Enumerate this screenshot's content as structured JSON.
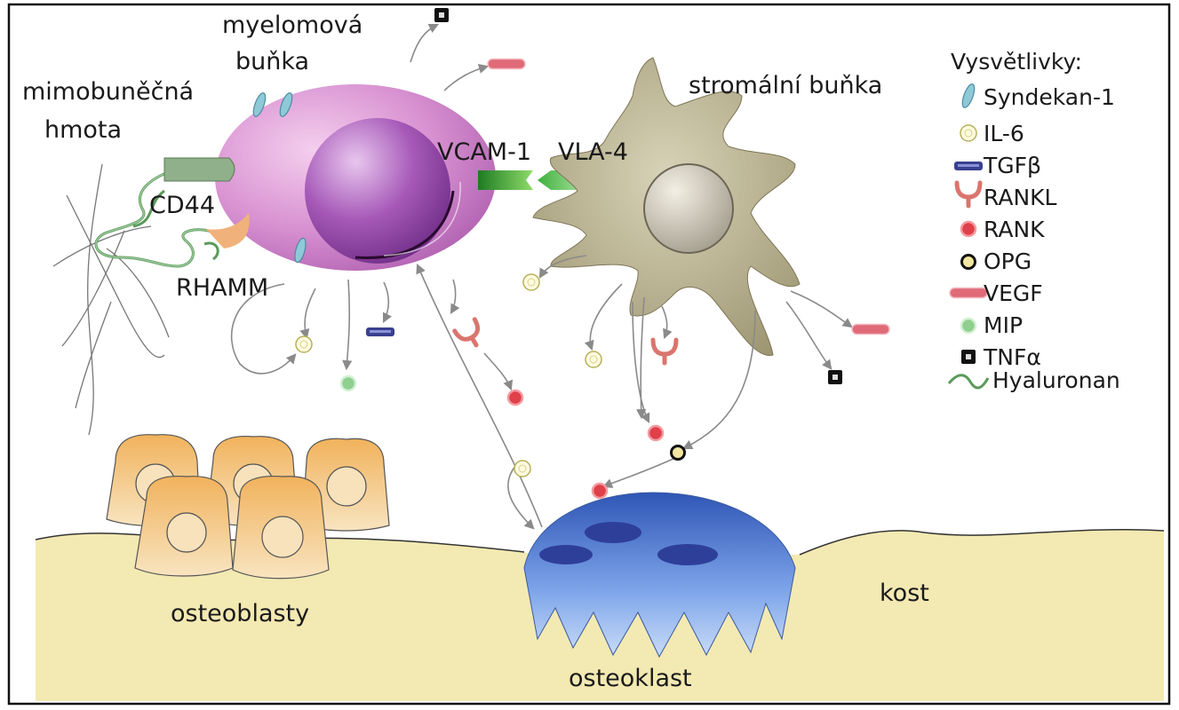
{
  "labels": {
    "myeloma_cell_line1": "myelomová",
    "myeloma_cell_line2": "buňka",
    "extracellular_line1": "mimobuněčná",
    "extracellular_line2": "hmota",
    "stromal_cell": "stromální buňka",
    "vcam": "VCAM-1",
    "vla": "VLA-4",
    "cd44": "CD44",
    "rhamm": "RHAMM",
    "osteoblasts": "osteoblasty",
    "osteoclast": "osteoklast",
    "bone": "kost"
  },
  "legend": {
    "title": "Vysvětlivky:",
    "items": [
      {
        "label": "Syndekan-1",
        "icon": "syndecan-icon"
      },
      {
        "label": "IL-6",
        "icon": "il6-icon"
      },
      {
        "label": "TGFβ",
        "icon": "tgfb-icon"
      },
      {
        "label": "RANKL",
        "icon": "rankl-icon"
      },
      {
        "label": "RANK",
        "icon": "rank-icon"
      },
      {
        "label": "OPG",
        "icon": "opg-icon"
      },
      {
        "label": "VEGF",
        "icon": "vegf-icon"
      },
      {
        "label": "MIP",
        "icon": "mip-icon"
      },
      {
        "label": "TNFα",
        "icon": "tnfa-icon"
      },
      {
        "label": "Hyaluronan",
        "icon": "hyaluronan-icon"
      }
    ]
  },
  "colors": {
    "myeloma": "#c983c8",
    "myeloma_nucleus": "#8a3f9a",
    "stromal": "#b7b08e",
    "bone": "#f3e9b2",
    "osteoblast": "#f2c27d",
    "osteoclast": "#5f86d6",
    "vegf": "#e06a78",
    "rank": "#e0404a",
    "tgfb": "#39418f"
  }
}
